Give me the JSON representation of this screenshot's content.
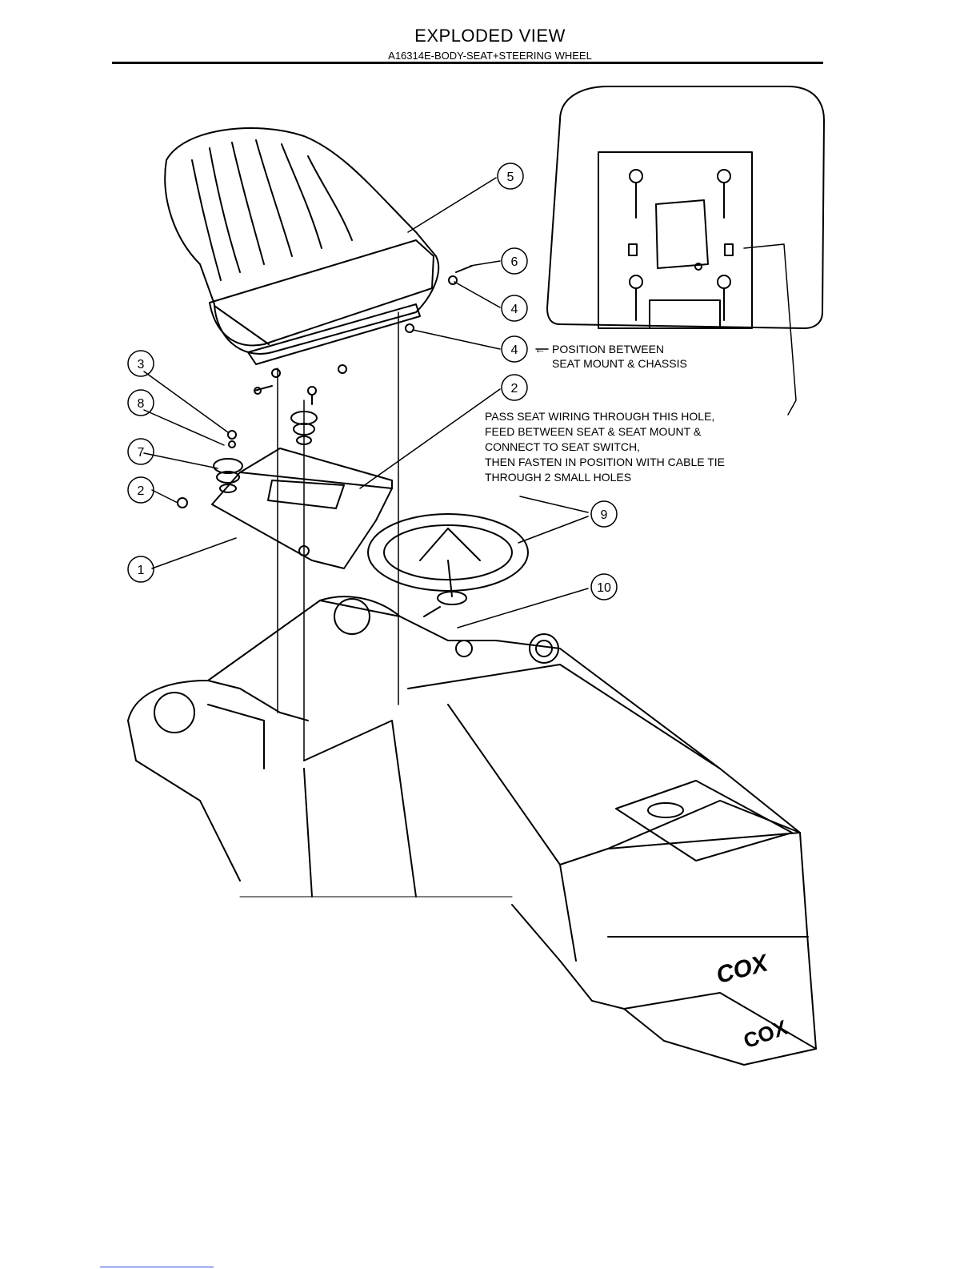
{
  "header": {
    "title": "EXPLODED VIEW",
    "subtitle": "A16314E-BODY-SEAT+STEERING WHEEL"
  },
  "callouts": [
    {
      "id": "c5",
      "label": "5"
    },
    {
      "id": "c6",
      "label": "6"
    },
    {
      "id": "c4a",
      "label": "4"
    },
    {
      "id": "c4b",
      "label": "4"
    },
    {
      "id": "c2a",
      "label": "2"
    },
    {
      "id": "c3",
      "label": "3"
    },
    {
      "id": "c8",
      "label": "8"
    },
    {
      "id": "c7",
      "label": "7"
    },
    {
      "id": "c2b",
      "label": "2"
    },
    {
      "id": "c1",
      "label": "1"
    },
    {
      "id": "c9",
      "label": "9"
    },
    {
      "id": "c10",
      "label": "10"
    }
  ],
  "notes": {
    "position_line1": "POSITION BETWEEN",
    "position_line2": "SEAT MOUNT & CHASSIS",
    "wiring_lines": [
      "PASS SEAT WIRING THROUGH THIS HOLE,",
      "FEED BETWEEN SEAT & SEAT MOUNT &",
      "CONNECT TO SEAT SWITCH,",
      "THEN FASTEN IN POSITION WITH CABLE TIE",
      "THROUGH 2 SMALL HOLES"
    ]
  },
  "logos": {
    "hood_logo": "COX",
    "grille_logo": "COX"
  }
}
